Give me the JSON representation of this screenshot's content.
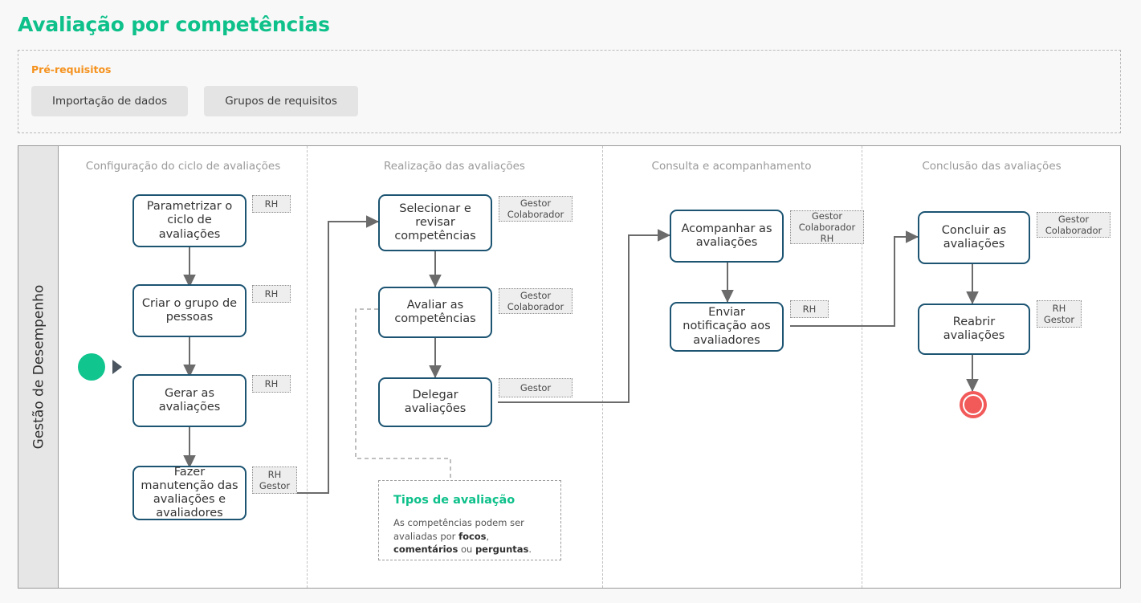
{
  "page": {
    "title": "Avaliação por competências",
    "accent_color": "#0ec08a",
    "prereq_color": "#f5921e",
    "task_border_color": "#1c5472",
    "connector_color": "#6b6b6b",
    "start_event_color": "#11c58f",
    "end_event_color": "#f25a5a"
  },
  "prerequisites": {
    "title": "Pré-requisitos",
    "buttons": [
      {
        "label": "Importação de dados"
      },
      {
        "label": "Grupos de requisitos"
      }
    ]
  },
  "diagram": {
    "pool_label": "Gestão de Desempenho",
    "lanes": [
      {
        "title": "Configuração do ciclo de avaliações"
      },
      {
        "title": "Realização das avaliações"
      },
      {
        "title": "Consulta e acompanhamento"
      },
      {
        "title": "Conclusão das avaliações"
      }
    ],
    "start_event": {
      "name": "start-event"
    },
    "end_event": {
      "name": "end-event"
    },
    "tasks": [
      {
        "label": "Parametrizar o ciclo de avaliações",
        "role": "RH"
      },
      {
        "label": "Criar o grupo de pessoas",
        "role": "RH"
      },
      {
        "label": "Gerar as avaliações",
        "role": "RH"
      },
      {
        "label": "Fazer manutenção das avaliações e avaliadores",
        "role": "RH\nGestor"
      },
      {
        "label": "Selecionar e revisar competências",
        "role": "Gestor\nColaborador"
      },
      {
        "label": "Avaliar as competências",
        "role": "Gestor\nColaborador"
      },
      {
        "label": "Delegar avaliações",
        "role": "Gestor"
      },
      {
        "label": "Acompanhar as avaliações",
        "role": "Gestor\nColaborador\nRH"
      },
      {
        "label": "Enviar notificação aos avaliadores",
        "role": "RH"
      },
      {
        "label": "Concluir as avaliações",
        "role": "Gestor\nColaborador"
      },
      {
        "label": "Reabrir avaliações",
        "role": "RH\nGestor"
      }
    ],
    "note": {
      "title": "Tipos de avaliação",
      "text_part1": "As competências podem ser avaliadas por ",
      "bold1": "focos",
      "text_part2": ", ",
      "bold2": "comentários",
      "text_part3": " ou ",
      "bold3": "perguntas",
      "text_part4": "."
    }
  }
}
